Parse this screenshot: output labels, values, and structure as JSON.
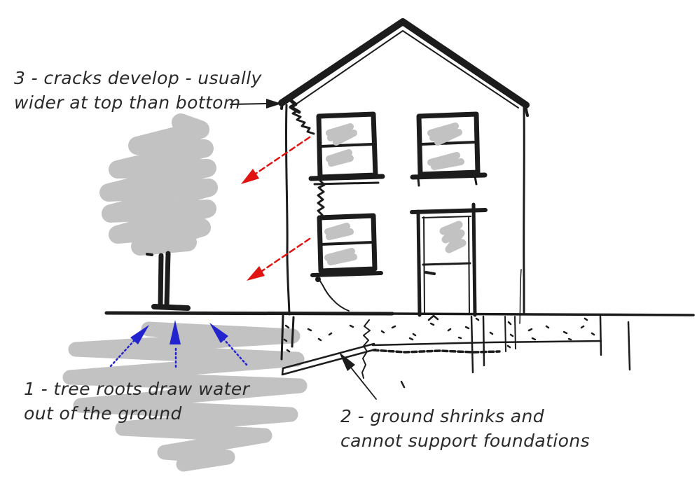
{
  "colors": {
    "background": "#ffffff",
    "ink": "#1c1c1c",
    "text": "#2a2a2a",
    "sketch_gray": "#c2c2c2",
    "arrow_red": "#e01410",
    "arrow_blue": "#2424cf"
  },
  "labels": {
    "cracks": {
      "line1": "3 - cracks develop - usually",
      "line2": "wider at top than bottom"
    },
    "roots": {
      "line1": "1 - tree roots draw water",
      "line2": "out of the ground"
    },
    "ground": {
      "line1": "2 - ground shrinks and",
      "line2": "cannot support foundations"
    }
  }
}
